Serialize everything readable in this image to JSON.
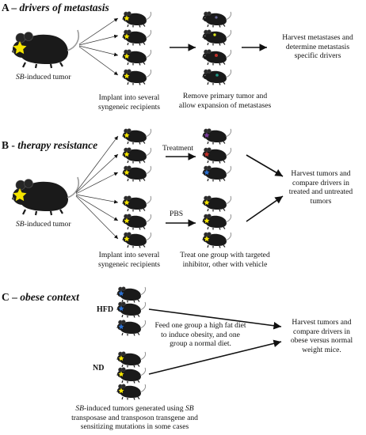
{
  "panel_a": {
    "heading_letter": "A – ",
    "heading_italic": "drivers of metastasis",
    "tumor_prefix": "SB",
    "tumor_suffix": "-induced tumor",
    "implant_line1": "Implant into several",
    "implant_line2": "syngeneic recipients",
    "remove_line1": "Remove primary tumor and",
    "remove_line2": "allow expansion of metastases",
    "harvest_line1": "Harvest metastases and",
    "harvest_line2": "determine metastasis",
    "harvest_line3": "specific drivers"
  },
  "panel_b": {
    "heading_letter": "B - ",
    "heading_italic": "therapy resistance",
    "tumor_prefix": "SB",
    "tumor_suffix": "-induced tumor",
    "treatment_label": "Treatment",
    "pbs_label": "PBS",
    "implant_line1": "Implant into several",
    "implant_line2": "syngeneic recipients",
    "treat_line1": "Treat one group with targeted",
    "treat_line2": "inhibitor, other with vehicle",
    "harvest_line1": "Harvest tumors and",
    "harvest_line2": "compare drivers in",
    "harvest_line3": "treated and untreated",
    "harvest_line4": "tumors"
  },
  "panel_c": {
    "heading_letter": "C – ",
    "heading_italic": "obese context",
    "hfd_label": "HFD",
    "nd_label": "ND",
    "feed_line1": "Feed one group a high fat diet",
    "feed_line2": "to induce obesity, and one",
    "feed_line3": "group a normal diet.",
    "harvest_line1": "Harvest tumors and",
    "harvest_line2": "compare drivers in",
    "harvest_line3": "obese versus normal",
    "harvest_line4": "weight mice."
  },
  "footer": {
    "line1_italic_a": "SB",
    "line1_mid": "-induced tumors generated using ",
    "line1_italic_b": "SB",
    "line2": "transposase and transposon transgene and",
    "line3": "sensitizing mutations in some cases"
  },
  "colors": {
    "mouse_body": "#1a1a1a",
    "tumor_star": "#f4e400",
    "metastasis_yellow": "#d8e21a",
    "metastasis_red": "#c0302a",
    "metastasis_teal": "#1f9a8a",
    "metastasis_purple": "#7a3c9a",
    "metastasis_blue": "#2a6fd0"
  }
}
